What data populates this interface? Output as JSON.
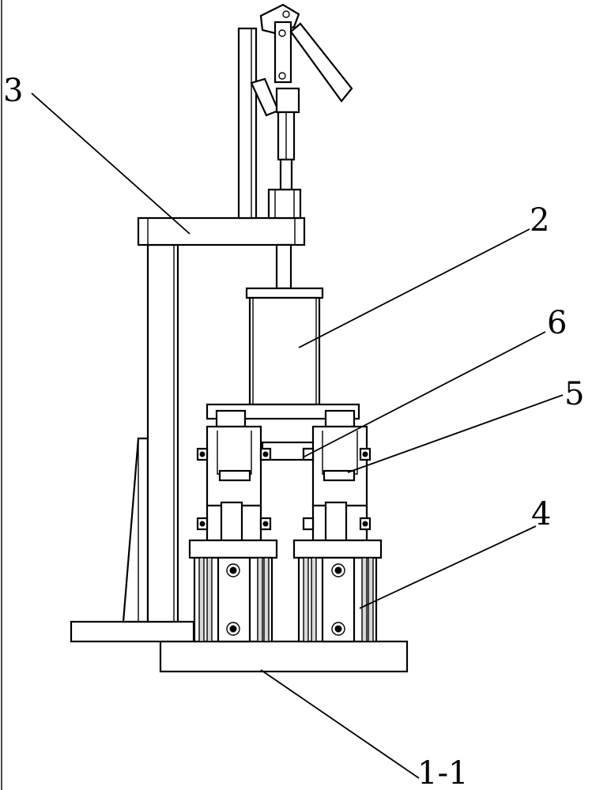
{
  "labels": {
    "frame": "3",
    "cylinder": "2",
    "connector": "6",
    "clamp": "5",
    "guide_cylinder": "4",
    "base_plate": "1-1"
  }
}
